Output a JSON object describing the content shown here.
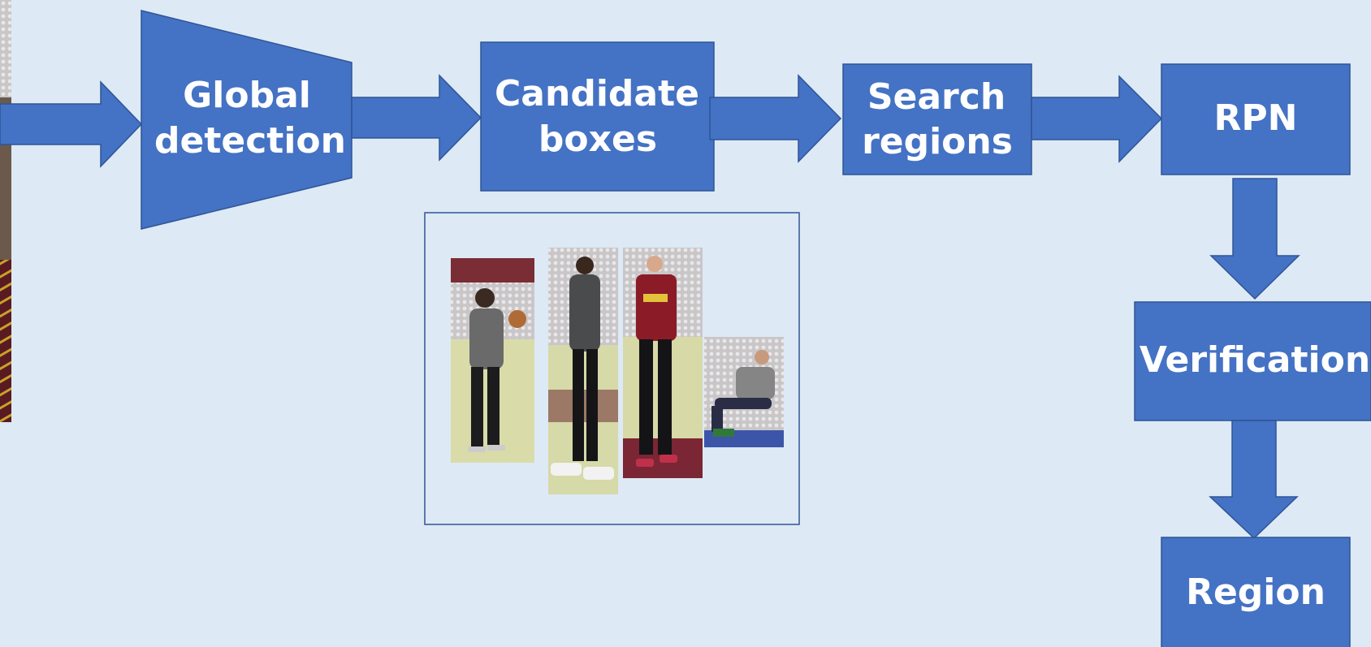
{
  "colors": {
    "background": "#dde9f5",
    "shape_fill": "#4472c4",
    "shape_stroke": "#2f5597",
    "label": "#ffffff"
  },
  "nodes": {
    "global_detection": [
      "Global",
      "detection"
    ],
    "candidate_boxes": [
      "Candidate",
      "boxes"
    ],
    "search_regions": [
      "Search",
      "regions"
    ],
    "rpn": [
      "RPN"
    ],
    "verification": [
      "Verification"
    ],
    "region": [
      "Region"
    ]
  },
  "images": {
    "input_frame": "basketball-court-input-frame",
    "candidate_crops": [
      "player-holding-ball",
      "player-grey-hoodie",
      "player-red-shirt",
      "seated-spectator"
    ]
  }
}
